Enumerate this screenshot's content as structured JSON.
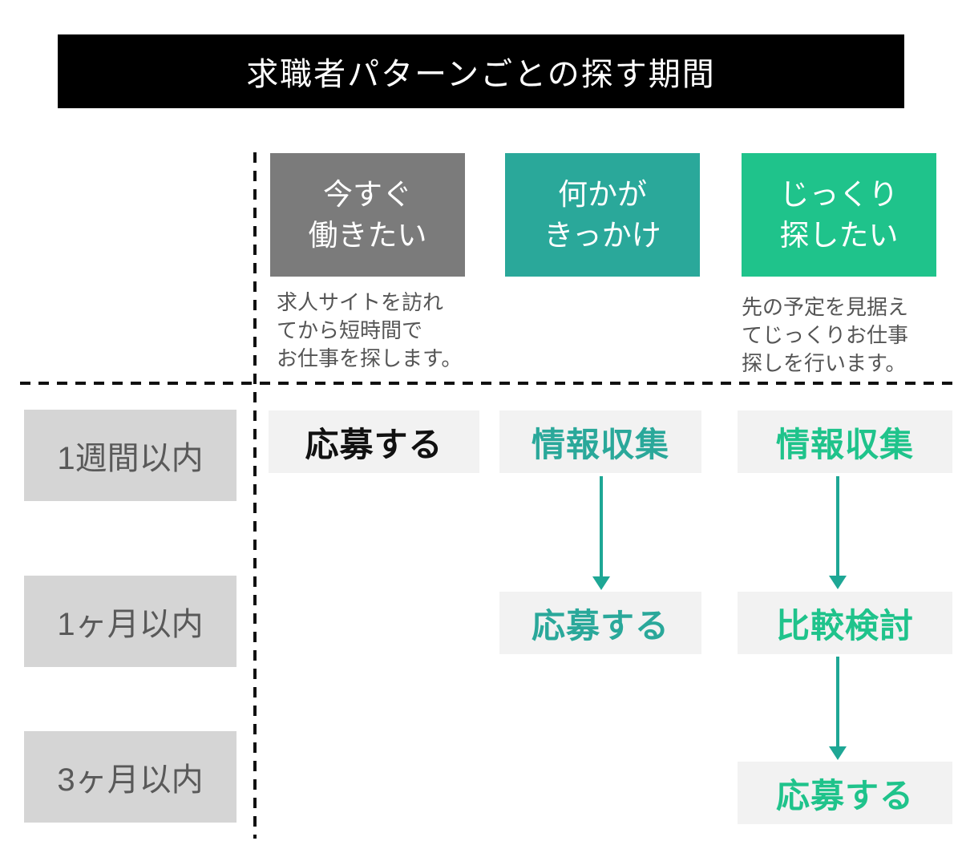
{
  "title": "求職者パターンごとの探す期間",
  "colors": {
    "banner_bg": "#000000",
    "banner_text": "#ffffff",
    "gray_header_bg": "#7b7b7b",
    "teal": "#2aa89a",
    "green": "#1fc38b",
    "arrow": "#1ea795",
    "row_label_bg": "#d5d5d5",
    "row_label_text": "#595959",
    "cell_bg": "#f2f2f2",
    "note_text": "#555555",
    "dashed_line": "#111111"
  },
  "columns": [
    {
      "header": "今すぐ\n働きたい",
      "note": "求人サイトを訪れ\nてから短時間で\nお仕事を探します。"
    },
    {
      "header": "何かが\nきっかけ",
      "note": ""
    },
    {
      "header": "じっくり\n探したい",
      "note": "先の予定を見据え\nてじっくりお仕事\n探しを行います。"
    }
  ],
  "row_labels": [
    "1週間以内",
    "1ヶ月以内",
    "3ヶ月以内"
  ],
  "cells": {
    "immediately_week1": "応募する",
    "trigger_week1": "情報収集",
    "careful_week1": "情報収集",
    "trigger_month1": "応募する",
    "careful_month1": "比較検討",
    "careful_month3": "応募する"
  }
}
